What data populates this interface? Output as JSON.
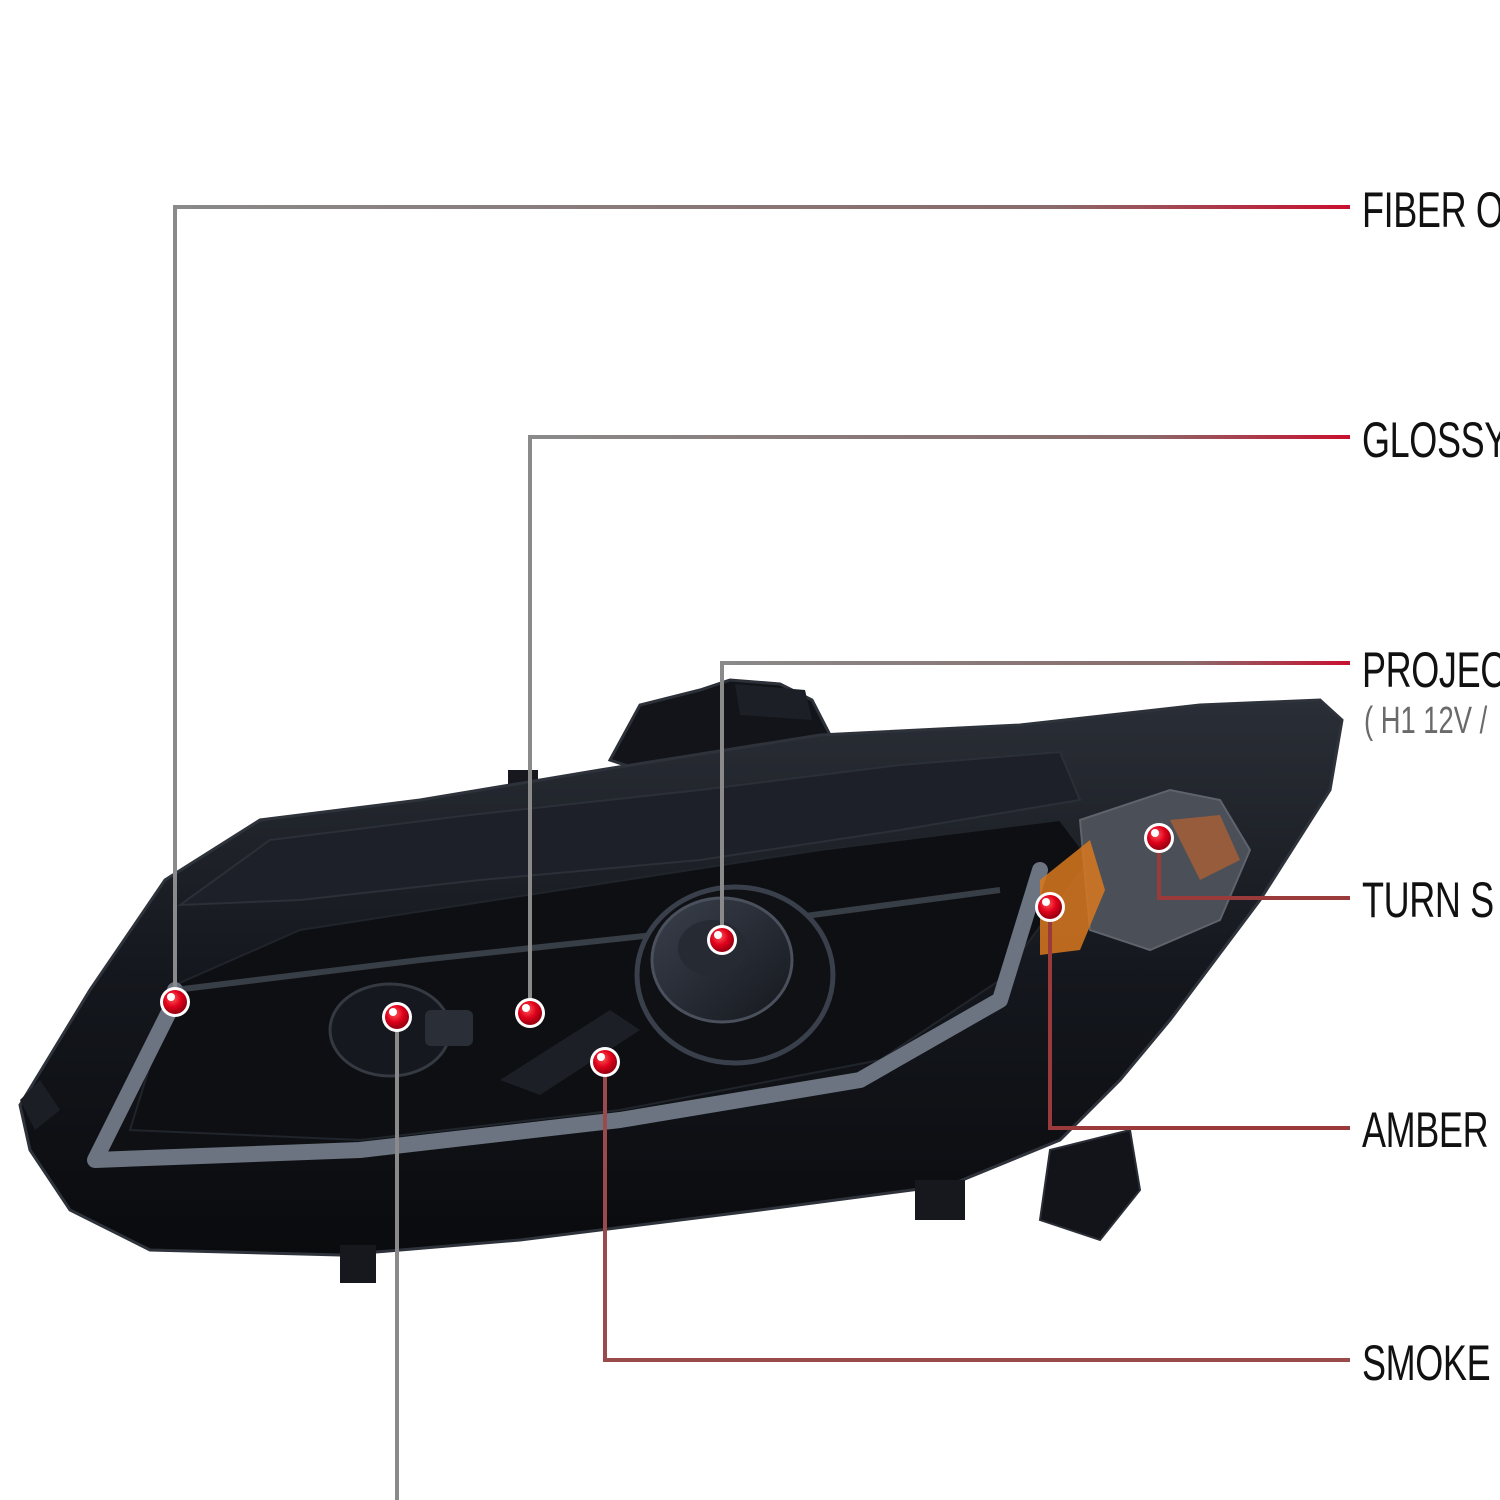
{
  "callouts": [
    {
      "id": "fiber",
      "label": "FIBER O"
    },
    {
      "id": "glossy",
      "label": "GLOSSY"
    },
    {
      "id": "projector",
      "label": "PROJEC",
      "sublabel": "( H1  12V /"
    },
    {
      "id": "turn",
      "label": "TURN S"
    },
    {
      "id": "amber",
      "label": "AMBER"
    },
    {
      "id": "smoke",
      "label": "SMOKE"
    }
  ],
  "colors": {
    "background": "#ffffff",
    "leader_gray": "#8a8a8a",
    "leader_red": "#c8102e",
    "marker_red": "#e0001b",
    "housing_dark": "#111318",
    "light_bar": "#6b7480",
    "amber": "#d8781e"
  },
  "icons": {
    "marker": "red-dot-marker",
    "product": "headlight-image"
  }
}
